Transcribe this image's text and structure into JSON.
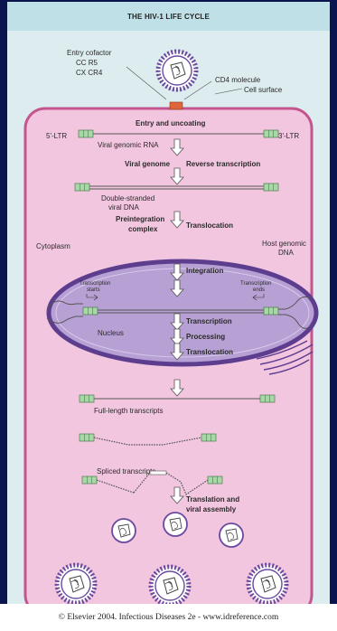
{
  "title": "THE HIV-1 LIFE CYCLE",
  "labels": {
    "entry_cofactor": "Entry cofactor",
    "ccr5": "CC R5",
    "cxcr4": "CX CR4",
    "cd4": "CD4 molecule",
    "cell_surface": "Cell surface",
    "entry_uncoating": "Entry and uncoating",
    "ltr5": "5'-LTR",
    "ltr3": "3'-LTR",
    "viral_genomic_rna": "Viral genomic RNA",
    "viral_genome": "Viral genome",
    "reverse_transcription": "Reverse transcription",
    "ds_dna_1": "Double-stranded",
    "ds_dna_2": "viral DNA",
    "preintegration_1": "Preintegration",
    "preintegration_2": "complex",
    "translocation": "Translocation",
    "cytoplasm": "Cytoplasm",
    "host_dna_1": "Host genomic",
    "host_dna_2": "DNA",
    "integration": "Integration",
    "tx_starts_1": "Transcription",
    "tx_starts_2": "starts",
    "tx_ends_1": "Transcription",
    "tx_ends_2": "ends",
    "nucleus": "Nucleus",
    "transcription": "Transcription",
    "processing": "Processing",
    "translocation2": "Translocation",
    "full_length": "Full-length transcripts",
    "spliced": "Spliced transcripts",
    "translation_1": "Translation and",
    "translation_2": "viral assembly"
  },
  "footer": "© Elsevier 2004. Infectious Diseases 2e - www.idreference.com",
  "colors": {
    "background": "#0a1550",
    "panel": "#dcecef",
    "cell": "#f3c6e0",
    "cell_border": "#c4558f",
    "nucleus": "#b7a0d4",
    "nucleus_border": "#5d3e8e",
    "ltr_green": "#a8d8a8",
    "virus_purple": "#6a4a9e",
    "receptor": "#e0663a"
  }
}
